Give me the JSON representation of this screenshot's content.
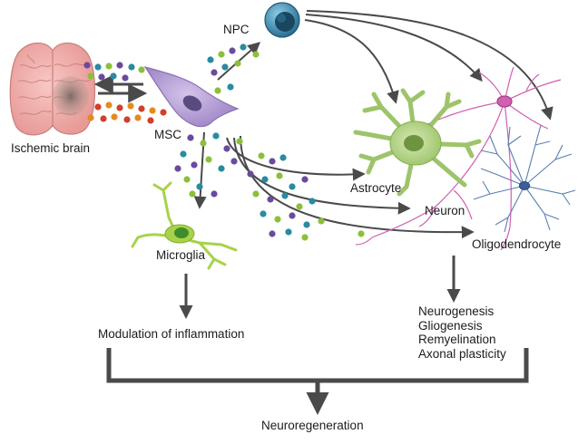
{
  "labels": {
    "npc": "NPC",
    "msc": "MSC",
    "ischemic_brain": "Ischemic brain",
    "astrocyte": "Astrocyte",
    "neuron": "Neuron",
    "oligodendrocyte": "Oligodendrocyte",
    "microglia": "Microglia",
    "modulation": "Modulation of inflammation",
    "outcomes": [
      "Neurogenesis",
      "Gliogenesis",
      "Remyelination",
      "Axonal plasticity"
    ],
    "neuroregeneration": "Neuroregeneration"
  },
  "colors": {
    "arrow": "#4a4a4a",
    "brain": "#f4b3b0",
    "lesion": "#8a7a72",
    "msc": "#b9a3d6",
    "nucleus": "#5a4a80",
    "npc": "#2a6e92",
    "astrocyte": "#b6d58c",
    "microglia": "#a8d24a",
    "neuron": "#d060b0",
    "oligodendrocyte": "#5a7fb0",
    "dot_purple": "#6b4a9c",
    "dot_teal": "#2a8aa0",
    "dot_green": "#8cbf3a",
    "dot_red": "#d0402a",
    "dot_orange": "#e58a1f"
  }
}
